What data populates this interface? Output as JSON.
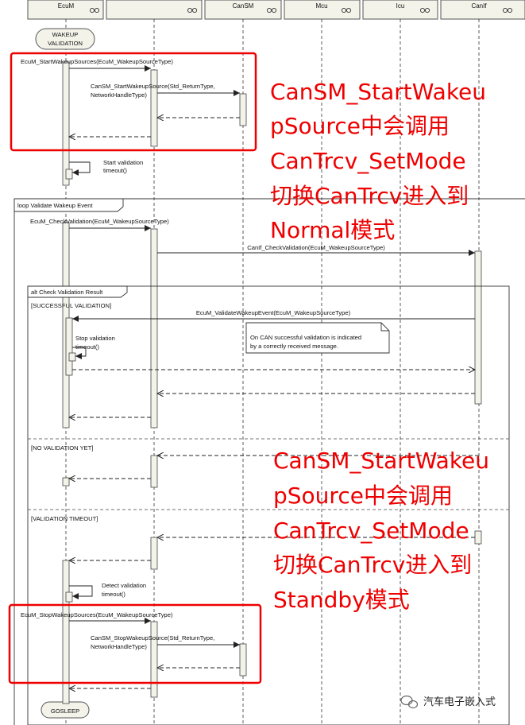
{
  "lifelines": [
    "EcuM",
    "",
    "CanSM",
    "Mcu",
    "Icu",
    "CanIf"
  ],
  "states": {
    "wakeup_line1": "WAKEUP",
    "wakeup_line2": "VALIDATION",
    "gosleep": "GOSLEEP"
  },
  "messages": {
    "start_wakeup_sources": "EcuM_StartWakeupSources(EcuM_WakeupSourceType)",
    "cansm_start_line1": "CanSM_StartWakeupSource(Std_ReturnType,",
    "cansm_start_line2": "NetworkHandleType)",
    "start_timeout_line1": "Start validation",
    "start_timeout_line2": "timeout()",
    "check_validation": "EcuM_CheckValidation(EcuM_WakeupSourceType)",
    "canif_check": "CanIf_CheckValidation(EcuM_WakeupSourceType)",
    "validate_event": "EcuM_ValidateWakeupEvent(EcuM_WakeupSourceType)",
    "stop_timeout_line1": "Stop validation",
    "stop_timeout_line2": "timeout()",
    "detect_timeout_line1": "Detect validation",
    "detect_timeout_line2": "timeout()",
    "stop_wakeup_sources": "EcuM_StopWakeupSources(EcuM_WakeupSourceType)",
    "cansm_stop_line1": "CanSM_StopWakeupSource(Std_ReturnType,",
    "cansm_stop_line2": "NetworkHandleType)"
  },
  "fragments": {
    "loop_label": "loop Validate Wakeup Event",
    "alt_label": "alt Check Validation Result",
    "guard_success": "[SUCCESSFUL VALIDATION]",
    "guard_not_yet": "[NO VALIDATION YET]",
    "guard_timeout": "[VALIDATION TIMEOUT]"
  },
  "note": {
    "line1": "On CAN successful validation is indicated",
    "line2": "by a correctly received message."
  },
  "annotations": {
    "normal": [
      "CanSM_StartWakeu",
      "pSource中会调用",
      "CanTrcv_SetMode",
      "切换CanTrcv进入到",
      "Normal模式"
    ],
    "standby": [
      "CanSM_StartWakeu",
      "pSource中会调用",
      "CanTrcv_SetMode",
      "切换CanTrcv进入到",
      "Standby模式"
    ]
  },
  "watermark": "汽车电子嵌入式",
  "colors": {
    "annotation": "#ee0000",
    "line": "#222222",
    "box_fill": "#f3f3ea"
  }
}
